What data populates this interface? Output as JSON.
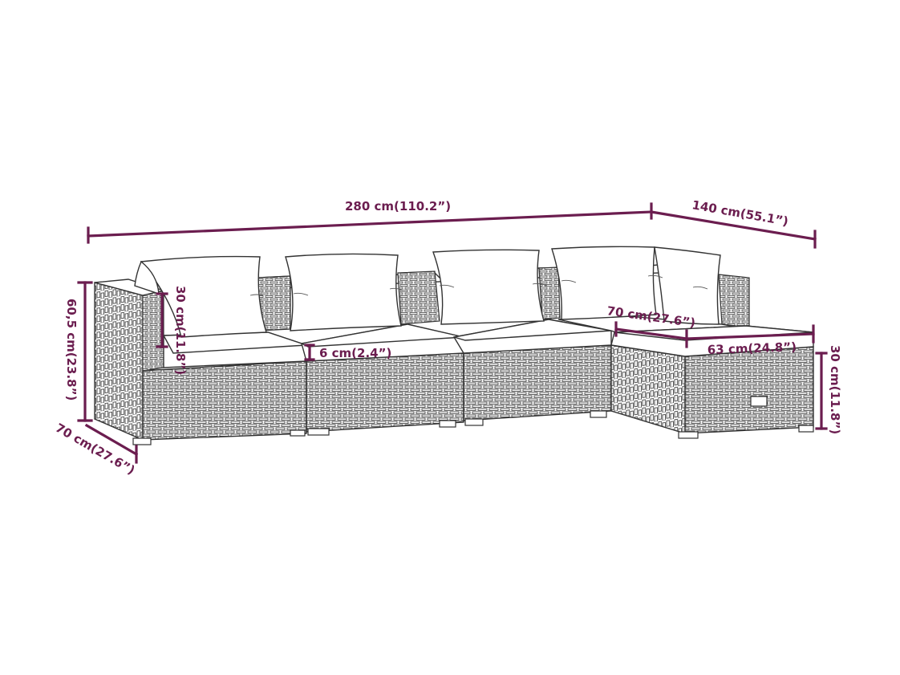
{
  "colors": {
    "dimension": "#6b1d4f",
    "outline": "#333333",
    "wicker": "#444444",
    "background": "#ffffff"
  },
  "dimensions": {
    "total_length": "280 cm(110.2”)",
    "side_depth": "140 cm(55.1”)",
    "height": "60,5 cm(23.8”)",
    "depth": "70 cm(27.6”)",
    "backrest_height": "30 cm(11.8”)",
    "cushion_thickness": "6 cm(2.4”)",
    "ottoman_depth": "70 cm(27.6”)",
    "ottoman_width": "63 cm(24.8”)",
    "ottoman_height": "30 cm(11.8”)"
  }
}
